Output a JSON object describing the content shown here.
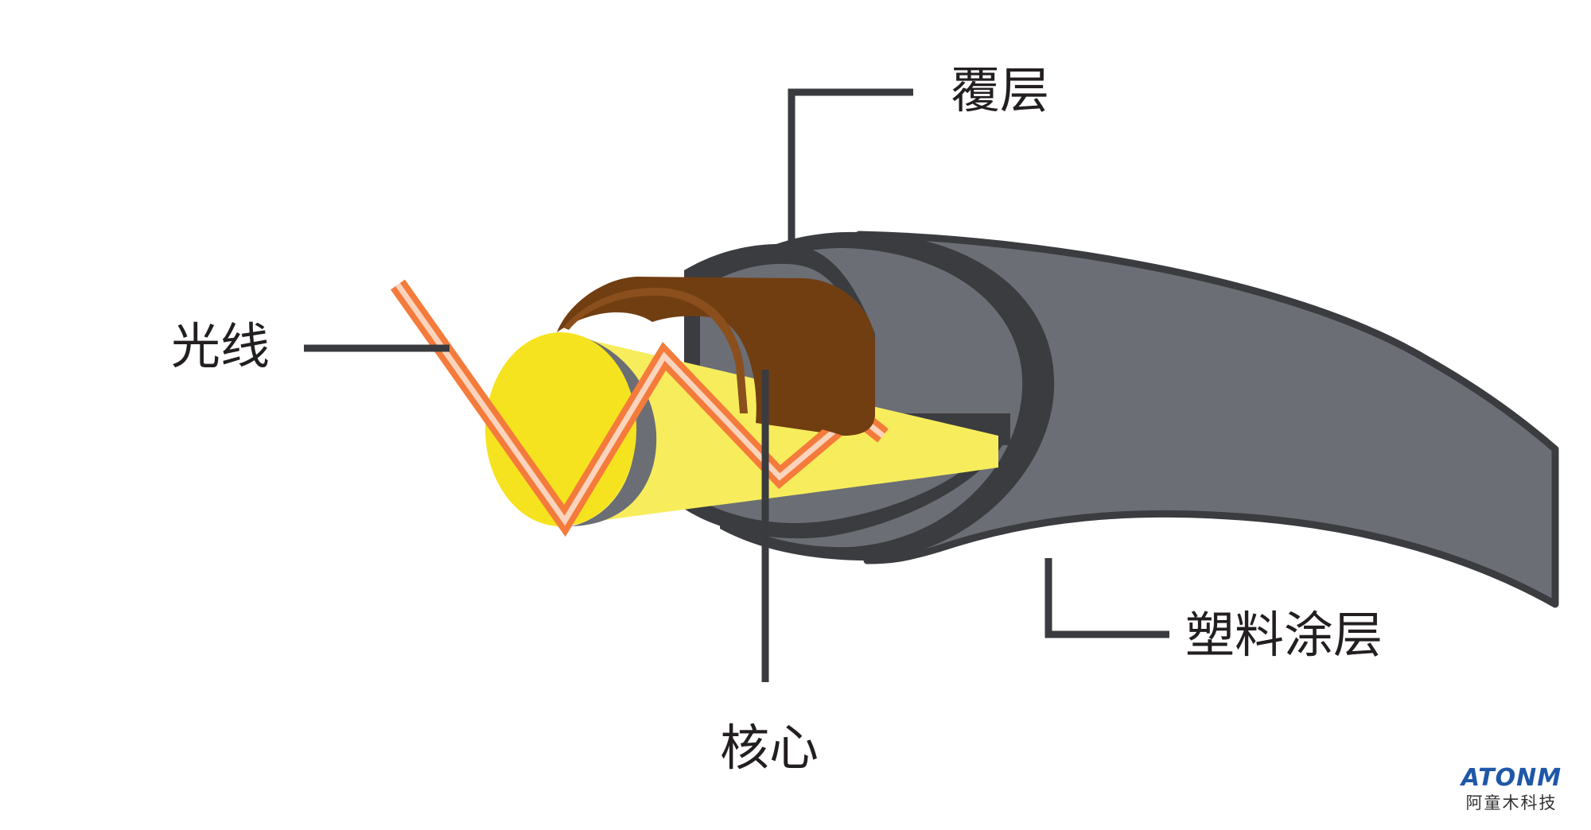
{
  "labels": {
    "cladding": "覆层",
    "light_ray": "光线",
    "core": "核心",
    "plastic_coating": "塑料涂层"
  },
  "brand": {
    "name": "ATONM",
    "subtitle": "阿童木科技"
  },
  "colors": {
    "core_yellow": "#f6e31f",
    "core_body": "#f7ed5c",
    "cladding_brown": "#713e12",
    "cladding_edge": "#8a4f1c",
    "coating_gray": "#6b6e75",
    "coating_dark": "#3b3c40",
    "ray_orange": "#f47b3b",
    "ray_core": "#fbd4bd",
    "brand_blue": "#1f57a8"
  }
}
